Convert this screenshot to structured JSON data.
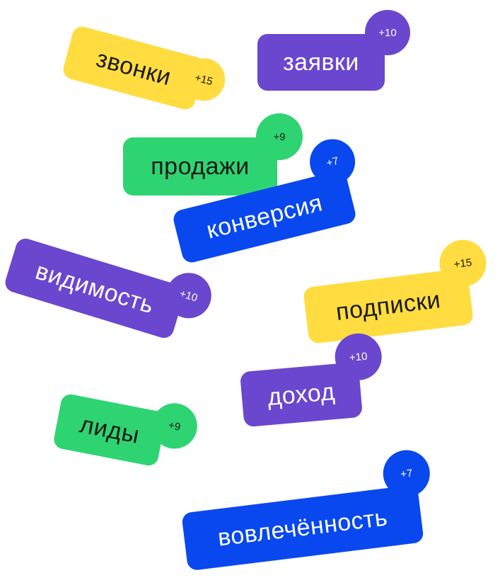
{
  "tags": [
    {
      "label": "звонки",
      "badge": "+15",
      "color": "#FFDC40"
    },
    {
      "label": "заявки",
      "badge": "+10",
      "color": "#6A47CE"
    },
    {
      "label": "продажи",
      "badge": "+9",
      "color": "#2ED471"
    },
    {
      "label": "конверсия",
      "badge": "+7",
      "color": "#0848EE"
    },
    {
      "label": "видимость",
      "badge": "+10",
      "color": "#6A47CE"
    },
    {
      "label": "подписки",
      "badge": "+15",
      "color": "#FFDC40"
    },
    {
      "label": "доход",
      "badge": "+10",
      "color": "#6A47CE"
    },
    {
      "label": "лиды",
      "badge": "+9",
      "color": "#2ED471"
    },
    {
      "label": "вовлечённость",
      "badge": "+7",
      "color": "#0848EE"
    }
  ]
}
